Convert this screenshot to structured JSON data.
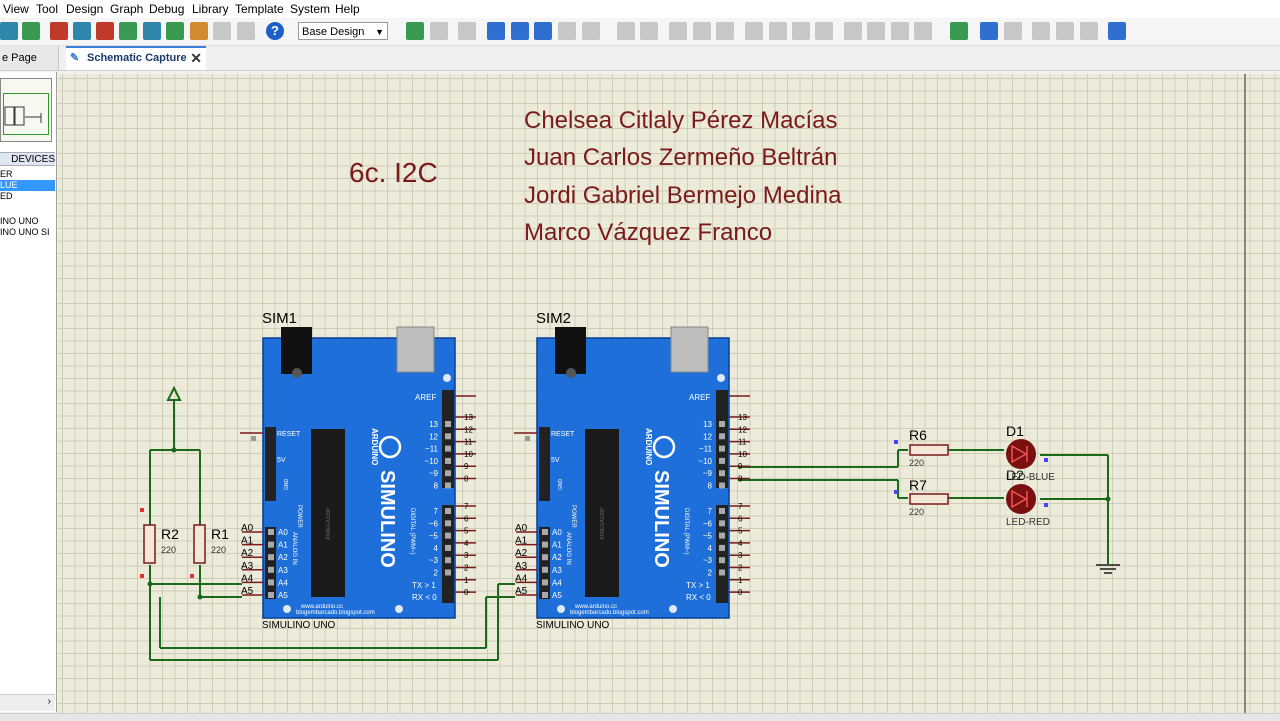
{
  "menu": {
    "items": [
      "View",
      "Tool",
      "Design",
      "Graph",
      "Debug",
      "Library",
      "Template",
      "System",
      "Help"
    ]
  },
  "toolbar": {
    "design_select": "Base Design",
    "help_label": "?"
  },
  "tabs": [
    {
      "label": "e Page"
    },
    {
      "label": "Schematic Capture",
      "close": "✕"
    }
  ],
  "left_panel": {
    "devices_header": "DEVICES",
    "devices": [
      "ER",
      "LUE",
      "ED",
      "",
      "INO UNO",
      "INO UNO SI"
    ],
    "selected_index": 1,
    "scroll_arrow": "›"
  },
  "schematic": {
    "title": "6c. I2C",
    "authors": [
      "Chelsea Citlaly Pérez Macías",
      "Juan Carlos Zermeño Beltrán",
      "Jordi Gabriel Bermejo Medina",
      "Marco Vázquez Franco"
    ],
    "boards": [
      {
        "ref": "SIM1",
        "name": "SIMULINO UNO",
        "brand": "SIMULINO",
        "maker": "ARDUINO",
        "url": "www.arduino.cc\nblogembarcado.blogspot.com"
      },
      {
        "ref": "SIM2",
        "name": "SIMULINO UNO",
        "brand": "SIMULINO",
        "maker": "ARDUINO",
        "url": "www.arduino.cc\nblogembarcado.blogspot.com"
      }
    ],
    "board_labels": {
      "aref": "AREF",
      "reset": "RESET",
      "v5": "5V",
      "gnd": "GND",
      "power": "POWER",
      "analog": "ANALOG IN",
      "digital": "DIGITAL (PWM~)",
      "tx": "TX > 1",
      "rx": "RX < 0",
      "chip": "ATMEGA328P"
    },
    "digital_pins_high": [
      "13",
      "12",
      "~11",
      "~10",
      "~9",
      "8"
    ],
    "digital_pins_low": [
      "7",
      "~6",
      "~5",
      "4",
      "~3",
      "2"
    ],
    "analog_pins": [
      "A0",
      "A1",
      "A2",
      "A3",
      "A4",
      "A5"
    ],
    "pin_numbers_high": [
      "13",
      "12",
      "11",
      "10",
      "9",
      "8"
    ],
    "pin_numbers_low": [
      "7",
      "6",
      "5",
      "4",
      "3",
      "2",
      "1",
      "0"
    ],
    "resistors": [
      {
        "ref": "R2",
        "value": "220"
      },
      {
        "ref": "R1",
        "value": "220"
      },
      {
        "ref": "R6",
        "value": "220"
      },
      {
        "ref": "R7",
        "value": "220"
      }
    ],
    "leds": [
      {
        "ref": "D1",
        "name": "LED-BLUE"
      },
      {
        "ref": "D2",
        "name": "LED-RED"
      }
    ]
  },
  "colors": {
    "wire": "#1a6a1a",
    "board": "#1e6fd9",
    "title_text": "#7a1a1a",
    "resistor": "#7a1a1a",
    "canvas": "#ecead9"
  }
}
